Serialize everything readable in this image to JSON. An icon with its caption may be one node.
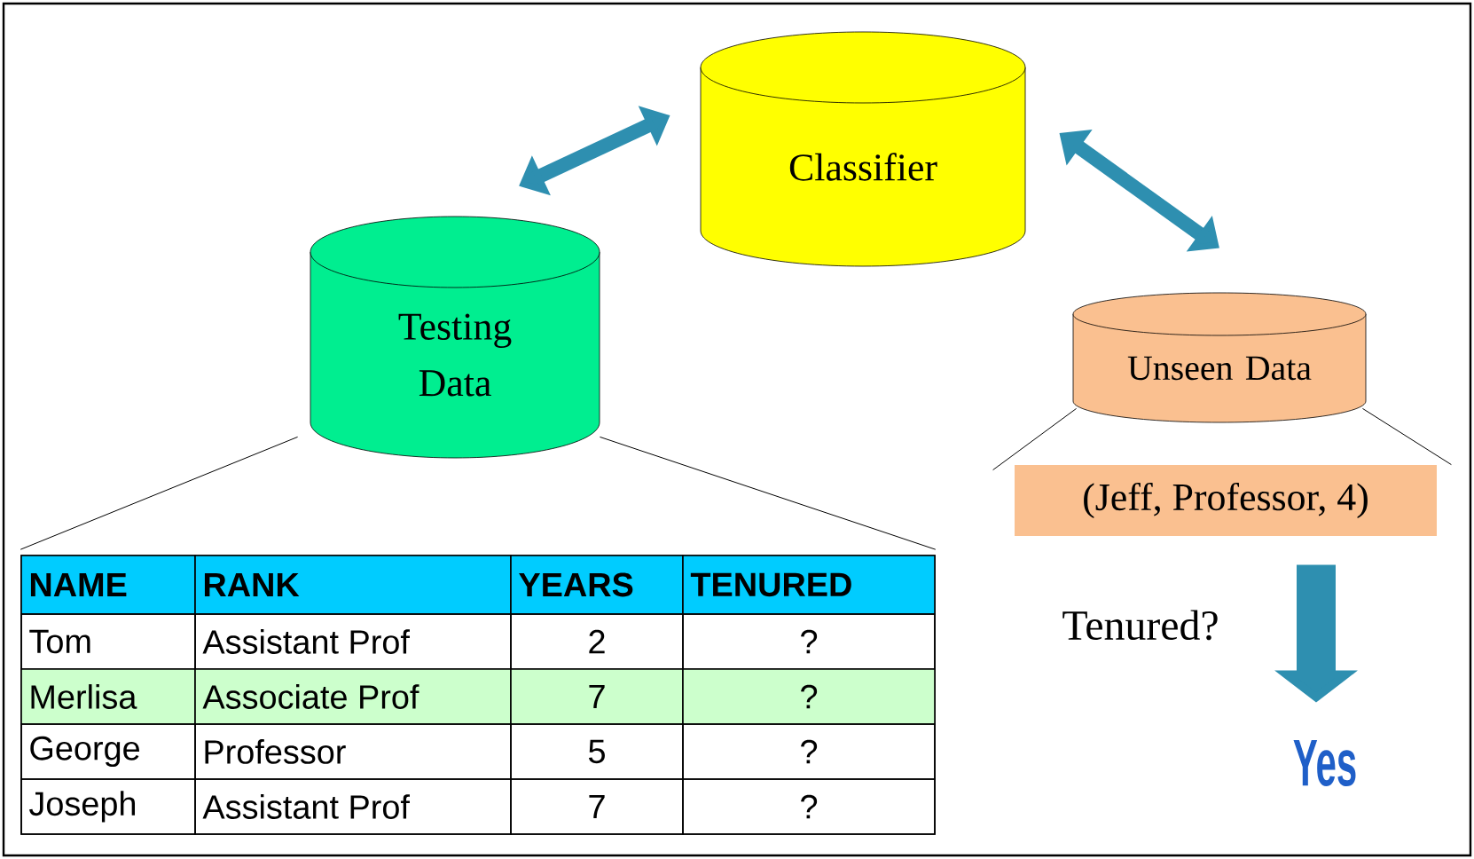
{
  "diagram": {
    "nodes": [
      {
        "text": [
          "Classifier"
        ]
      },
      {
        "text": [
          "Testing Data"
        ]
      },
      {
        "text": [
          "Unseen Data"
        ]
      },
      {
        "text": [
          "(Jeff, Professor, 4)"
        ]
      },
      {
        "text": [
          "Yes"
        ]
      },
      {
        "text": [],
        "shape": "box"
      }
    ],
    "edges": [
      {
        "from": 1,
        "to": 0,
        "arrow": "both",
        "style": "thick",
        "color": "#2e8fb0"
      },
      {
        "from": 0,
        "to": 2,
        "arrow": "both",
        "style": "thick",
        "color": "#2e8fb0"
      },
      {
        "from": 3,
        "to": 4,
        "arrow": "to",
        "label": "Tenured?",
        "style": "thick",
        "color": "#2e8fb0"
      },
      {
        "from": 1,
        "to": 5,
        "arrow": "none"
      },
      {
        "from": 1,
        "to": 5,
        "arrow": "none"
      },
      {
        "from": 2,
        "to": 3,
        "arrow": "none"
      },
      {
        "from": 2,
        "to": 3,
        "arrow": "none"
      }
    ],
    "labels": [
      "NAME",
      "RANK",
      "YEARS",
      "TENURED",
      "Tom",
      "Assistant Prof",
      "2",
      "?",
      "Merlisa",
      "Associate Prof",
      "7",
      "?",
      "George",
      "Professor",
      "5",
      "?",
      "Joseph",
      "Assistant Prof",
      "7",
      "?"
    ]
  }
}
